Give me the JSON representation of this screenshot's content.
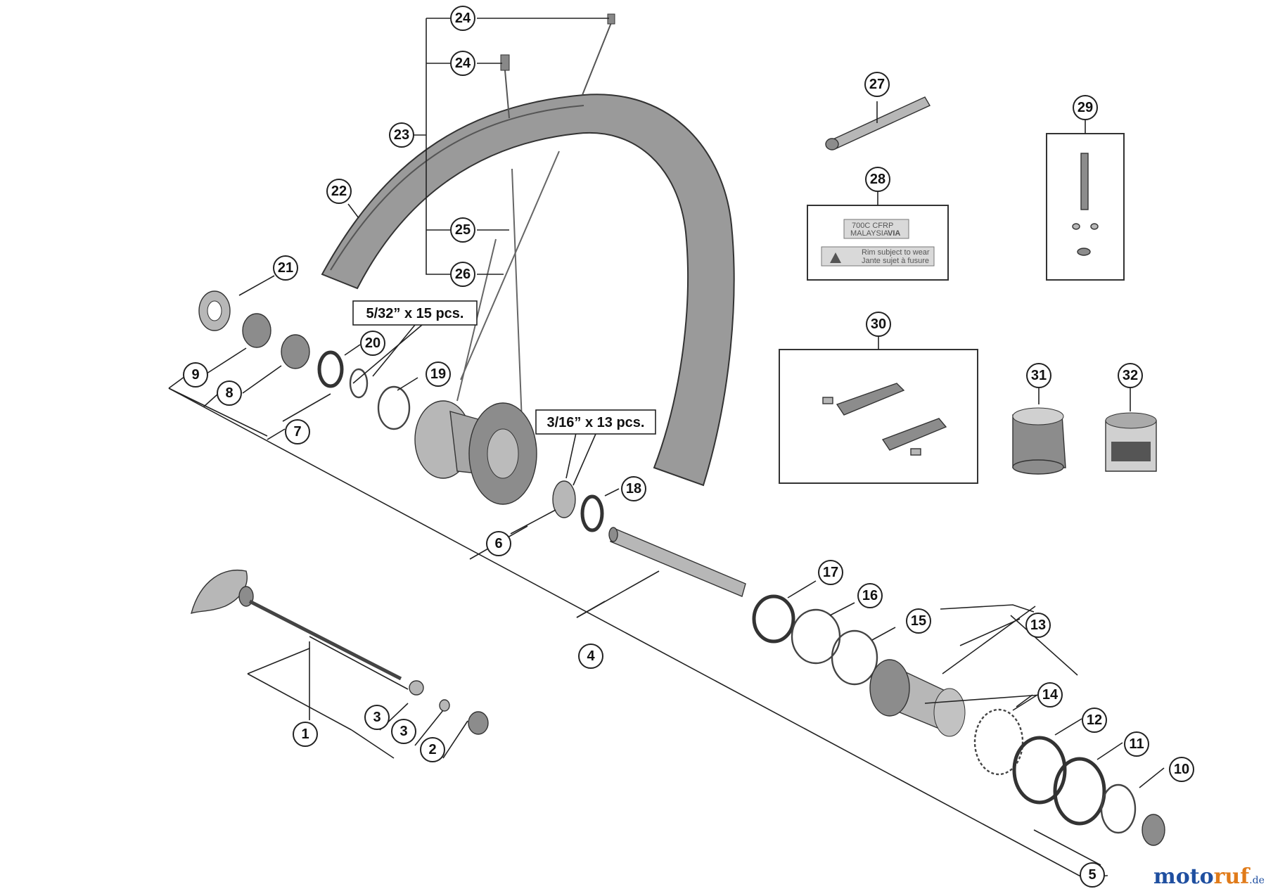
{
  "callouts": [
    {
      "n": "1"
    },
    {
      "n": "2"
    },
    {
      "n": "3"
    },
    {
      "n": "3"
    },
    {
      "n": "4"
    },
    {
      "n": "5"
    },
    {
      "n": "6"
    },
    {
      "n": "7"
    },
    {
      "n": "8"
    },
    {
      "n": "9"
    },
    {
      "n": "10"
    },
    {
      "n": "11"
    },
    {
      "n": "12"
    },
    {
      "n": "13"
    },
    {
      "n": "14"
    },
    {
      "n": "15"
    },
    {
      "n": "16"
    },
    {
      "n": "17"
    },
    {
      "n": "18"
    },
    {
      "n": "19"
    },
    {
      "n": "20"
    },
    {
      "n": "21"
    },
    {
      "n": "22"
    },
    {
      "n": "23"
    },
    {
      "n": "24"
    },
    {
      "n": "24"
    },
    {
      "n": "25"
    },
    {
      "n": "26"
    },
    {
      "n": "27"
    },
    {
      "n": "28"
    },
    {
      "n": "29"
    },
    {
      "n": "30"
    },
    {
      "n": "31"
    },
    {
      "n": "32"
    }
  ],
  "labels": {
    "spoke_front": "5/32” x 15 pcs.",
    "spoke_rear": "3/16” x 13 pcs."
  },
  "sticker": {
    "line1": "700C  CFRP",
    "line2": "MALAYSIA",
    "brand": "VIA",
    "warn1": "Rim subject to wear",
    "warn2": "Jante sujet à fusure"
  },
  "watermark": {
    "part1": "moto",
    "part2": "ruf",
    "suffix": ".de"
  }
}
